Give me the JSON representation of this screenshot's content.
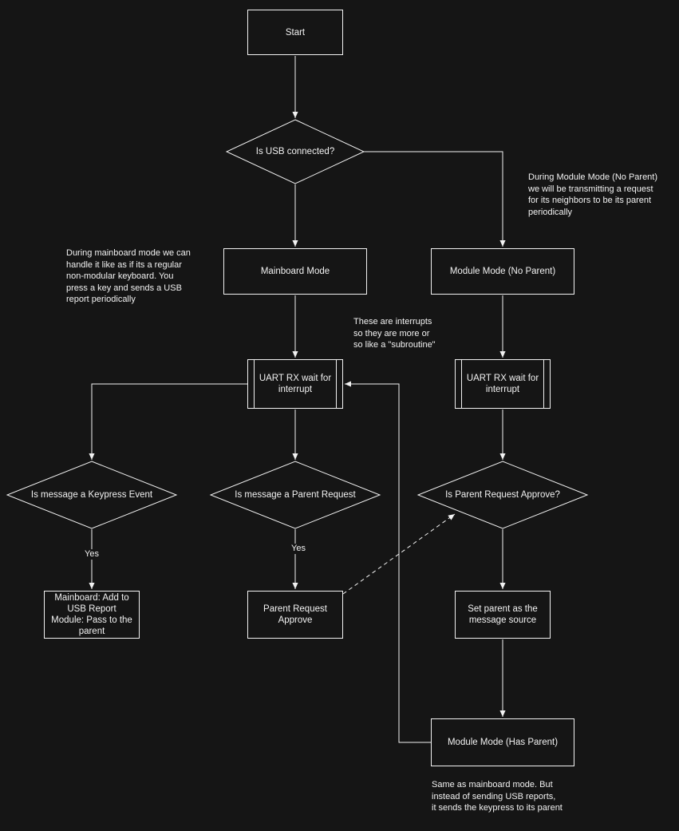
{
  "colors": {
    "background": "#151515",
    "line": "#f2f2f2",
    "text": "#f2f2f2"
  },
  "diagram": {
    "nodes": {
      "start": {
        "label": "Start",
        "type": "process"
      },
      "usb_connected": {
        "label": "Is USB connected?",
        "type": "decision"
      },
      "mainboard_mode": {
        "label": "Mainboard Mode",
        "type": "process"
      },
      "module_mode_no_parent": {
        "label": "Module Mode (No Parent)",
        "type": "process"
      },
      "uart_rx_left": {
        "label": "UART RX wait for\ninterrupt",
        "type": "subroutine"
      },
      "uart_rx_right": {
        "label": "UART RX wait for\ninterrupt",
        "type": "subroutine"
      },
      "keypress_event": {
        "label": "Is message a Keypress Event",
        "type": "decision"
      },
      "parent_request": {
        "label": "Is message a Parent Request",
        "type": "decision"
      },
      "parent_request_approve_q": {
        "label": "Is Parent Request Approve?",
        "type": "decision"
      },
      "keypress_action": {
        "label": "Mainboard: Add to\nUSB Report\nModule: Pass to the\nparent",
        "type": "process"
      },
      "parent_request_approve": {
        "label": "Parent Request\nApprove",
        "type": "process"
      },
      "set_parent": {
        "label": "Set parent as the\nmessage source",
        "type": "process"
      },
      "module_mode_has_parent": {
        "label": "Module Mode (Has Parent)",
        "type": "process"
      }
    },
    "edge_labels": {
      "yes_keypress": "Yes",
      "yes_parent_request": "Yes"
    },
    "annotations": {
      "module_mode_note": "During Module Mode (No Parent)\nwe will be transmitting a request\nfor its neighbors to be its parent\nperiodically",
      "mainboard_mode_note": "During mainboard mode we can\nhandle it like as if its a regular\nnon-modular keyboard. You\npress a key and sends a USB\nreport periodically",
      "interrupt_note": "These are interrupts\nso they are more or\nso like a \"subroutine\"",
      "has_parent_note": "Same as mainboard mode. But\ninstead of sending USB reports,\nit sends the keypress to its parent"
    }
  }
}
